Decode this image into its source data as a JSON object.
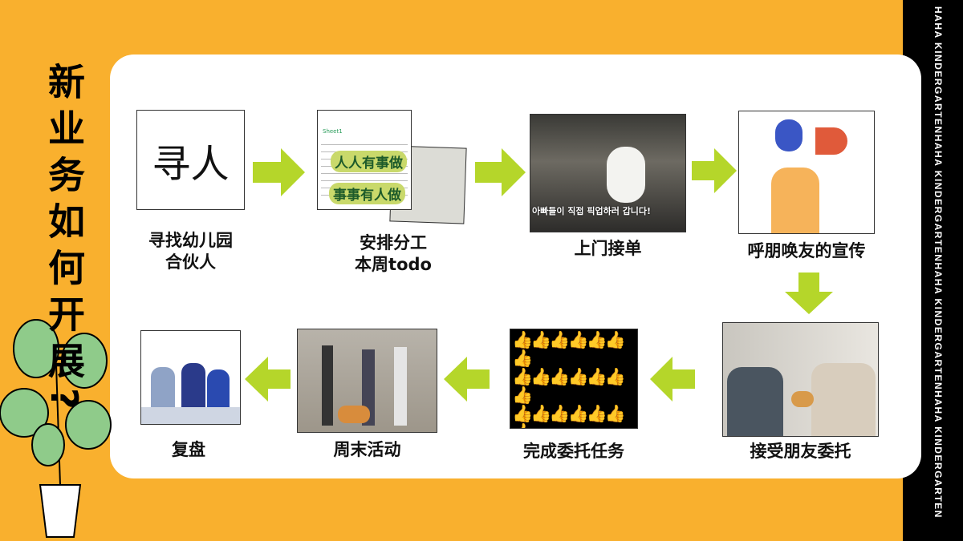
{
  "title": "新业务如何开展?",
  "side_text": "HAHA KINDERGARTENHAHA KINDERGARTENHAHA KINDERGARTENHAHA KINDERGARTEN",
  "colors": {
    "background": "#F9B02E",
    "arrow": "#B5D62A",
    "strip": "#000000"
  },
  "steps": [
    {
      "label_1": "寻找幼儿园",
      "label_2": "合伙人",
      "image_text": "寻人"
    },
    {
      "label_1": "安排分工",
      "label_2": "本周todo",
      "image_text_1": "人人有事做",
      "image_text_2": "事事有人做",
      "sheet_tab": "Sheet1"
    },
    {
      "label_1": "上门接单",
      "image_caption": "아빠들이 직접 픽업하러 갑니다!"
    },
    {
      "label_1": "呼朋唤友的宣传"
    },
    {
      "label_1": "接受朋友委托"
    },
    {
      "label_1": "完成委托任务"
    },
    {
      "label_1": "周末活动"
    },
    {
      "label_1": "复盘"
    }
  ]
}
